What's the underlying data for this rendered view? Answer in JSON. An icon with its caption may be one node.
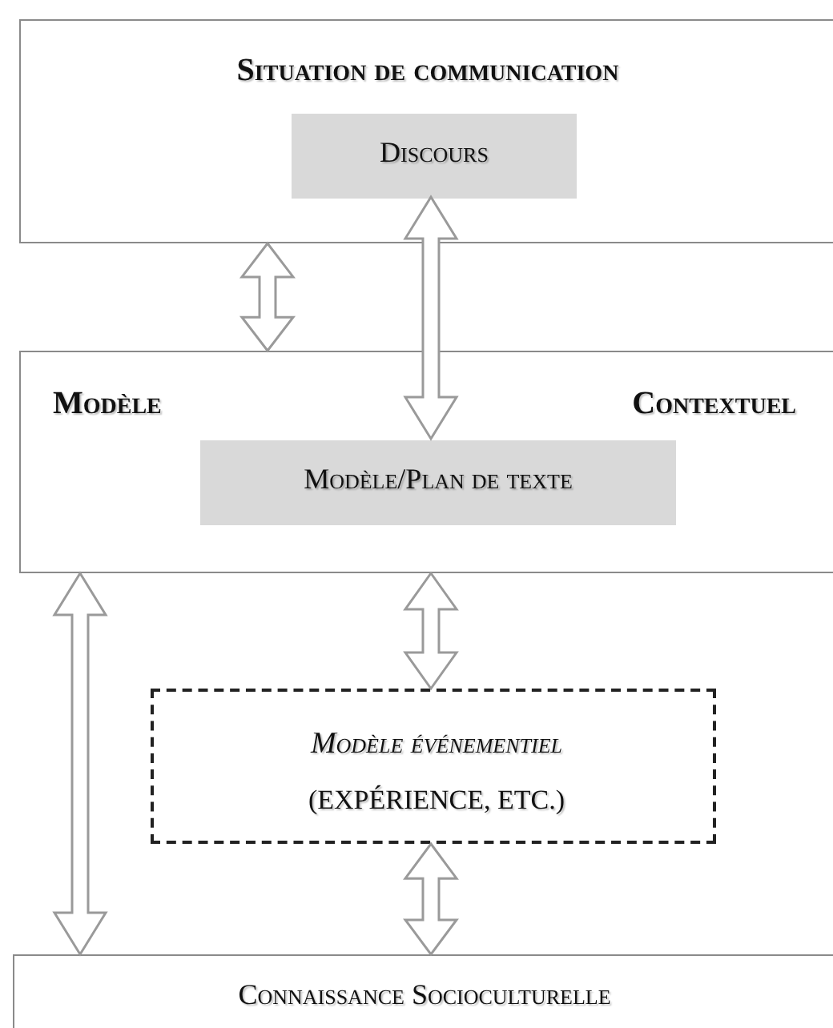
{
  "diagram": {
    "nodes": [
      {
        "text": [
          "Situation de communication"
        ]
      },
      {
        "text": [
          "Discours"
        ],
        "in": 0
      },
      {
        "text": [
          "Modèle",
          "Contextuel"
        ]
      },
      {
        "text": [
          "Modèle/Plan de texte"
        ],
        "in": 2
      },
      {
        "text": [
          "Modèle  événementiel",
          "(EXPÉRIENCE, ETC.)"
        ]
      },
      {
        "text": [
          "Connaissance Socioculturelle"
        ]
      }
    ],
    "edges": [
      {
        "from": 0,
        "to": 2,
        "arrow": "both"
      },
      {
        "from": 1,
        "to": 3,
        "arrow": "both"
      },
      {
        "from": 2,
        "to": 4,
        "arrow": "both"
      },
      {
        "from": 4,
        "to": 5,
        "arrow": "both"
      },
      {
        "from": 2,
        "to": 5,
        "arrow": "both"
      }
    ]
  }
}
